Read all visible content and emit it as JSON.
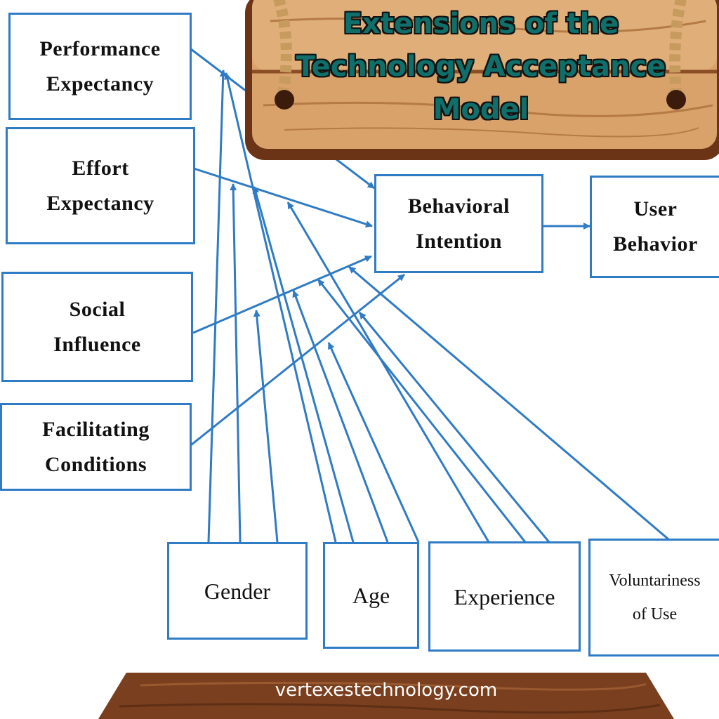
{
  "sign": {
    "title_lines": [
      "Extensions of the",
      "Technology Acceptance",
      "Model"
    ]
  },
  "constructs": {
    "performance_expectancy": [
      "Performance",
      "Expectancy"
    ],
    "effort_expectancy": [
      "Effort",
      "Expectancy"
    ],
    "social_influence": [
      "Social",
      "Influence"
    ],
    "facilitating_conditions": [
      "Facilitating",
      "Conditions"
    ],
    "behavioral_intention": [
      "Behavioral",
      "Intention"
    ],
    "user_behavior": [
      "User",
      "Behavior"
    ]
  },
  "moderators": {
    "gender": "Gender",
    "age": "Age",
    "experience": "Experience",
    "voluntariness": [
      "Voluntariness",
      "of Use"
    ]
  },
  "footer": {
    "text": "vertexestechnology.com"
  },
  "colors": {
    "line": "#2f7bc4",
    "sign_text": "#0f6f6a",
    "wood_light": "#d9a26a",
    "wood_dark": "#7a3f1f"
  }
}
